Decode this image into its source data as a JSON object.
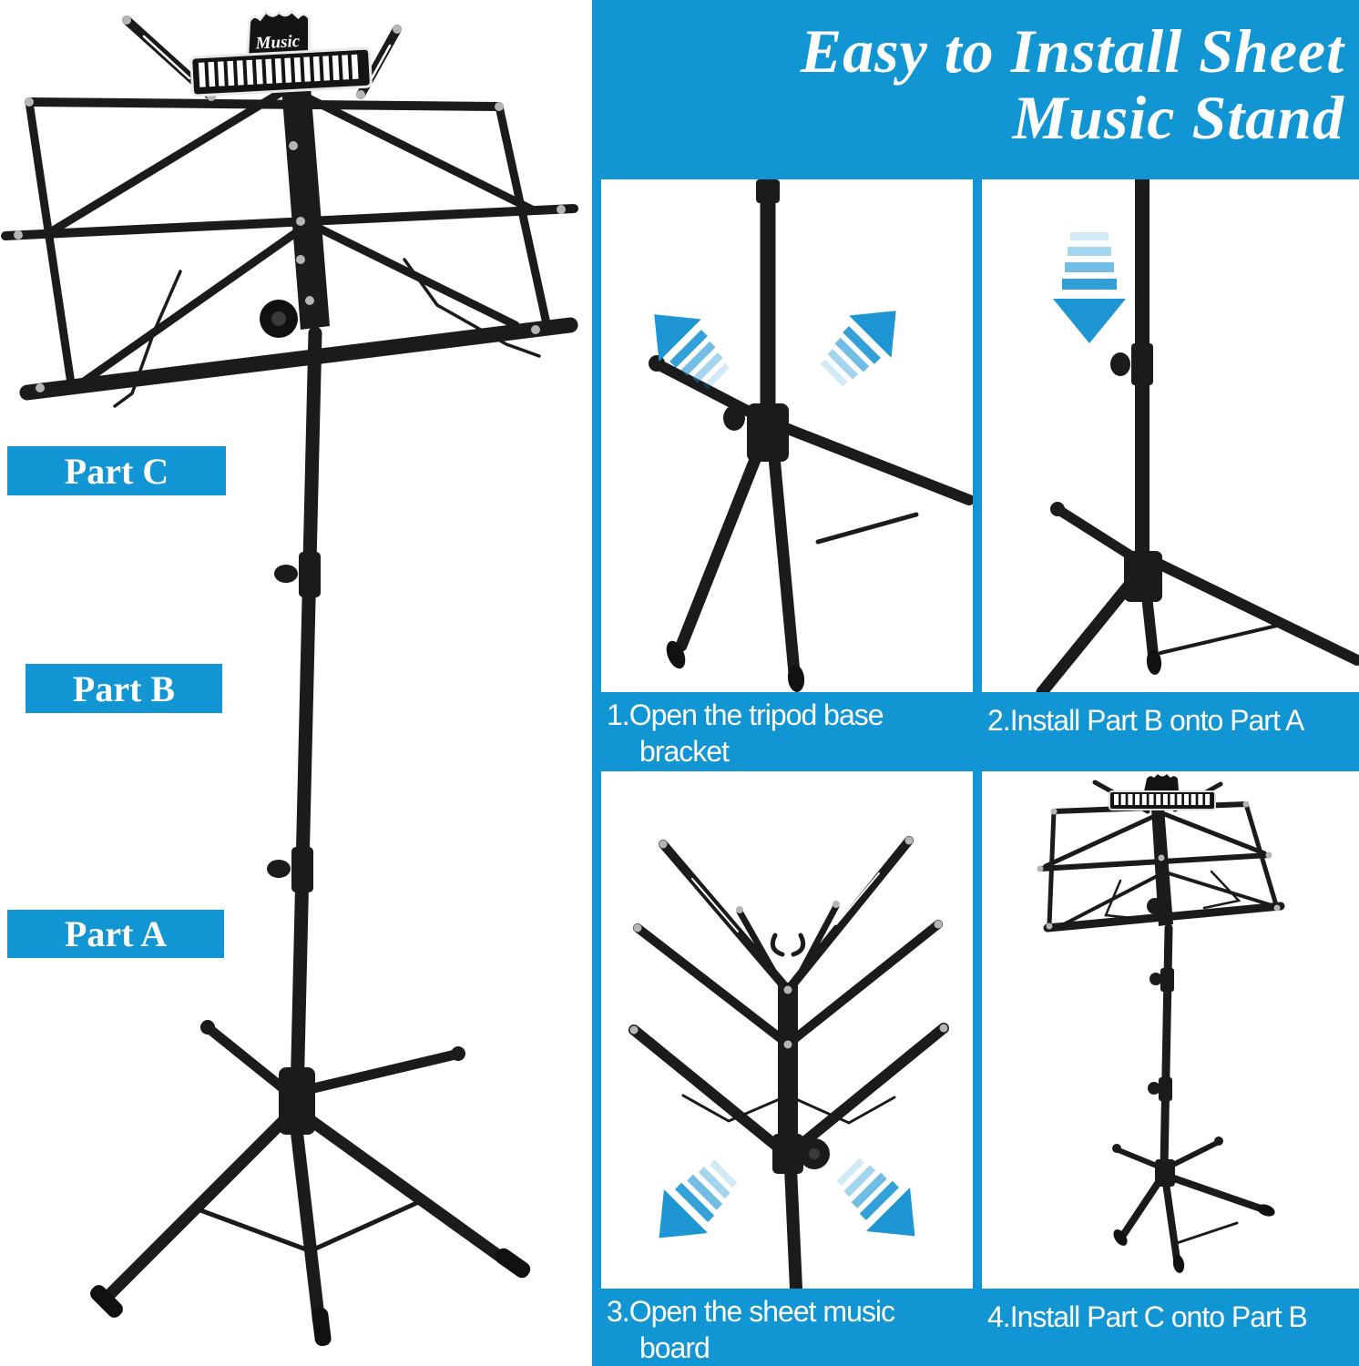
{
  "colors": {
    "accent": "#1195d3",
    "arrow_blue": "#1e96d4",
    "panel_background": "#ffffff",
    "text_on_blue": "#ffffff",
    "stand_black": "#1b1b1b"
  },
  "header": {
    "title_line1": "Easy to Install Sheet",
    "title_line2": "Music Stand"
  },
  "left_photo": {
    "clamp_text": "Music",
    "part_labels": [
      {
        "label": "Part C"
      },
      {
        "label": "Part B"
      },
      {
        "label": "Part A"
      }
    ]
  },
  "steps": [
    {
      "caption_line1": "1.Open the tripod base",
      "caption_line2": "bracket"
    },
    {
      "caption_line1": "2.Install Part B onto Part A",
      "caption_line2": ""
    },
    {
      "caption_line1": "3.Open the sheet music",
      "caption_line2": "board"
    },
    {
      "caption_line1": "4.Install Part C onto Part B",
      "caption_line2": ""
    }
  ]
}
